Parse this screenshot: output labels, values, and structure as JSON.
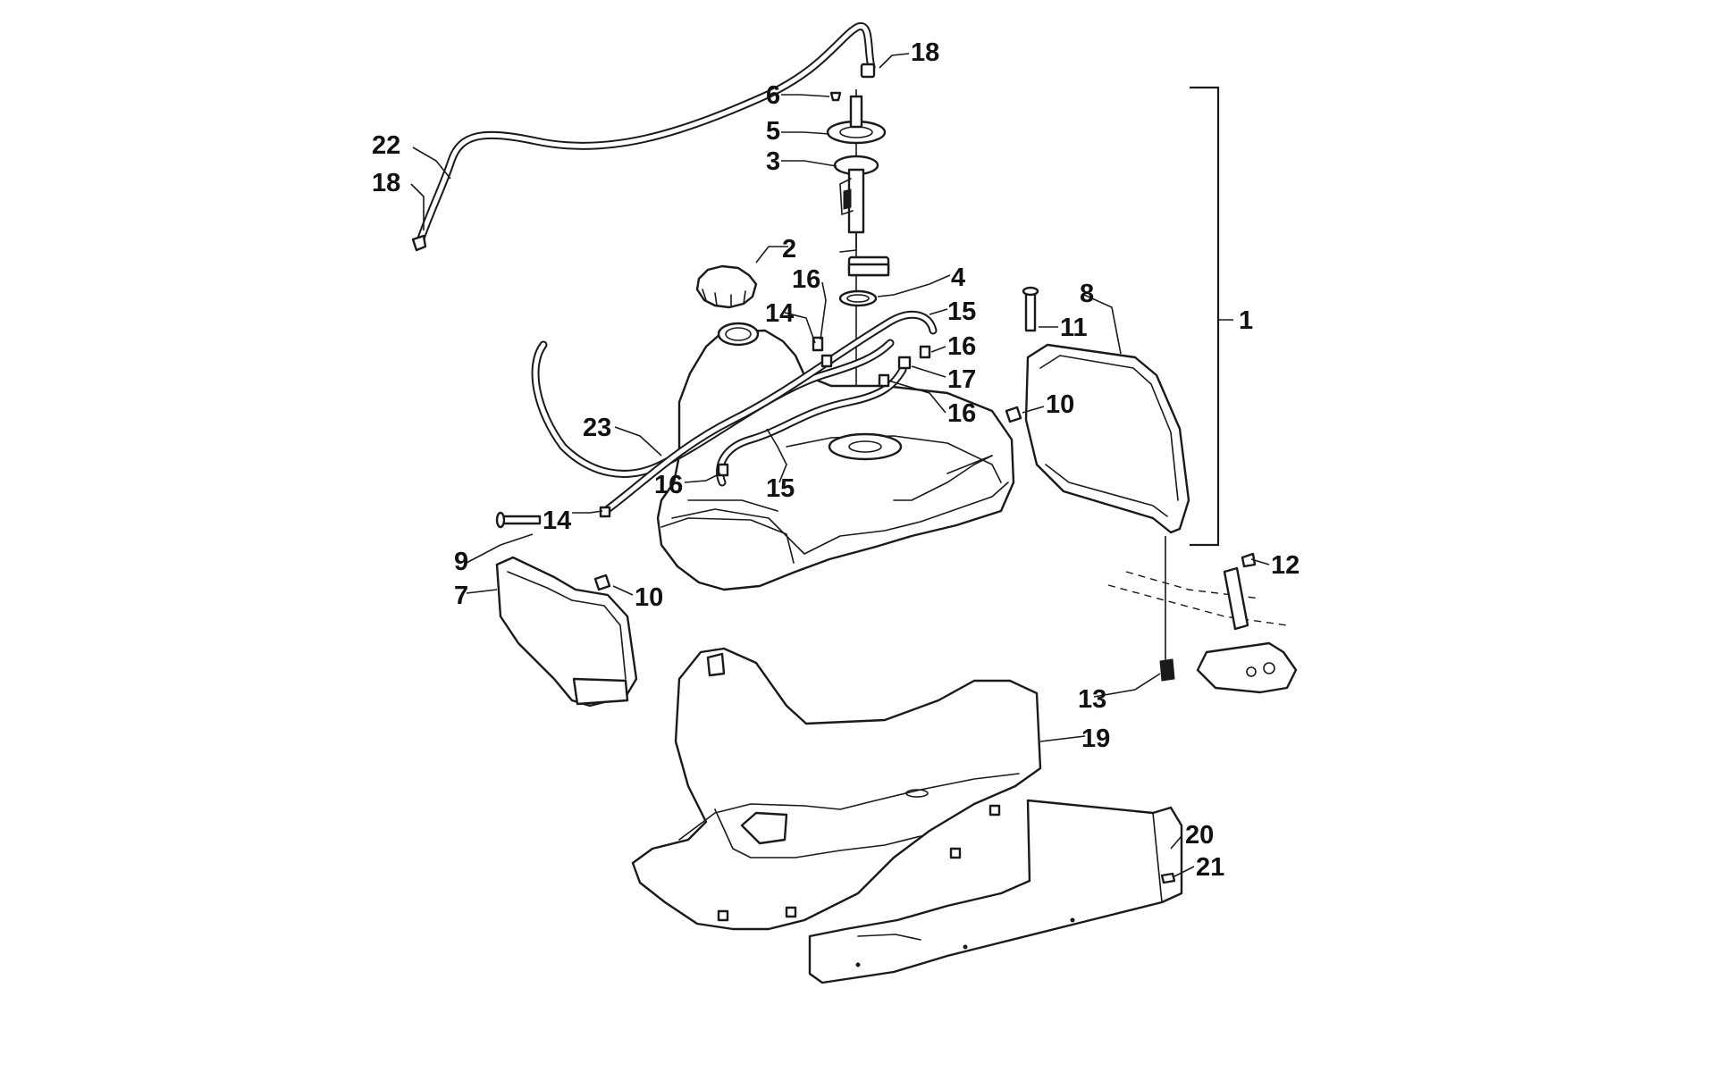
{
  "diagram": {
    "callouts": {
      "c1": "1",
      "c2": "2",
      "c3": "3",
      "c4": "4",
      "c5": "5",
      "c6": "6",
      "c7": "7",
      "c8": "8",
      "c9": "9",
      "c10a": "10",
      "c10b": "10",
      "c11": "11",
      "c12": "12",
      "c13": "13",
      "c14a": "14",
      "c14b": "14",
      "c15a": "15",
      "c15b": "15",
      "c16a": "16",
      "c16b": "16",
      "c16c": "16",
      "c16d": "16",
      "c17": "17",
      "c18a": "18",
      "c18b": "18",
      "c19": "19",
      "c20": "20",
      "c21": "21",
      "c22": "22",
      "c23": "23"
    }
  }
}
